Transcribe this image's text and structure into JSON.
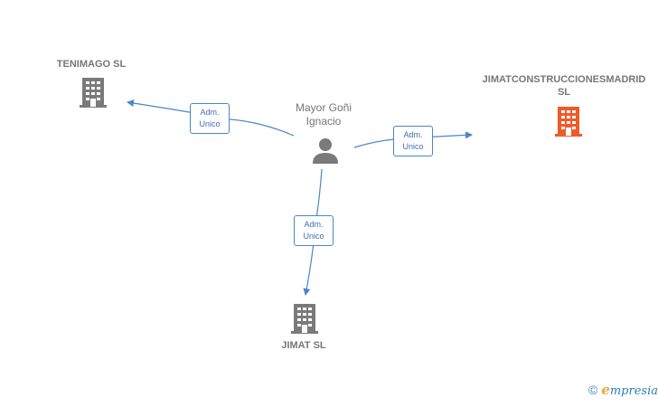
{
  "nodes": {
    "tenimago": {
      "name": "TENIMAGO SL",
      "color": "#7a7a7a"
    },
    "jimatconstrucciones": {
      "name_line1": "JIMATCONSTRUCCIONESMADRID",
      "name_line2": "SL",
      "color": "#f05a28"
    },
    "jimat": {
      "name": "JIMAT SL",
      "color": "#7a7a7a"
    },
    "person": {
      "name_line1": "Mayor Goñi",
      "name_line2": "Ignacio",
      "color": "#7a7a7a"
    }
  },
  "edges": [
    {
      "id": "to-tenimago",
      "label_line1": "Adm.",
      "label_line2": "Unico"
    },
    {
      "id": "to-jimatconstrucciones",
      "label_line1": "Adm.",
      "label_line2": "Unico"
    },
    {
      "id": "to-jimat",
      "label_line1": "Adm.",
      "label_line2": "Unico"
    }
  ],
  "colors": {
    "edge": "#4a86c8"
  },
  "footer": {
    "copyright": "©",
    "brand_initial": "e",
    "brand_rest": "mpresia"
  },
  "icons": {
    "company": "building-icon",
    "person": "person-icon"
  }
}
